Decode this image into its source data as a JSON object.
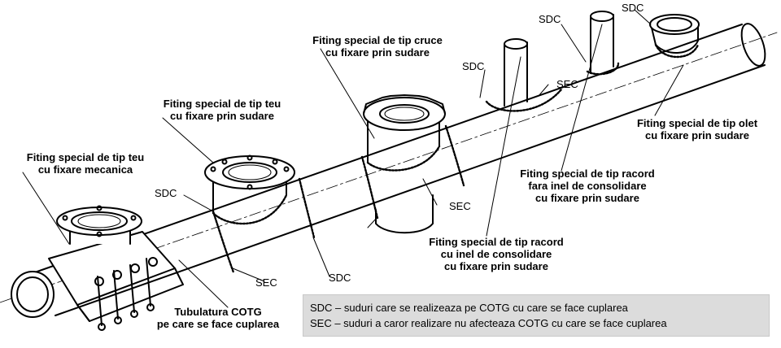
{
  "labels": {
    "teu_mecanica": [
      "Fiting special de tip teu",
      "cu fixare mecanica"
    ],
    "teu_sudare": [
      "Fiting special de tip teu",
      "cu fixare prin sudare"
    ],
    "cruce_sudare": [
      "Fiting special de  tip cruce",
      "cu fixare prin sudare"
    ],
    "olet_sudare": [
      "Fiting special de tip olet",
      "cu fixare prin sudare"
    ],
    "racord_fara_inel": [
      "Fiting special de tip racord",
      "fara inel de consolidare",
      "cu fixare prin sudare"
    ],
    "racord_cu_inel": [
      "Fiting special de tip racord",
      "cu inel de consolidare",
      "cu fixare prin sudare"
    ],
    "tubulatura": [
      "Tubulatura COTG",
      "pe care se face cuplarea"
    ]
  },
  "weld_tags": {
    "sdc": "SDC",
    "sec": "SEC"
  },
  "legend": {
    "sdc_line": "SDC – suduri care se realizeaza  pe COTG cu care se face cuplarea",
    "sec_line": "SEC – suduri a caror realizare nu afecteaza COTG cu care se face cuplarea"
  }
}
